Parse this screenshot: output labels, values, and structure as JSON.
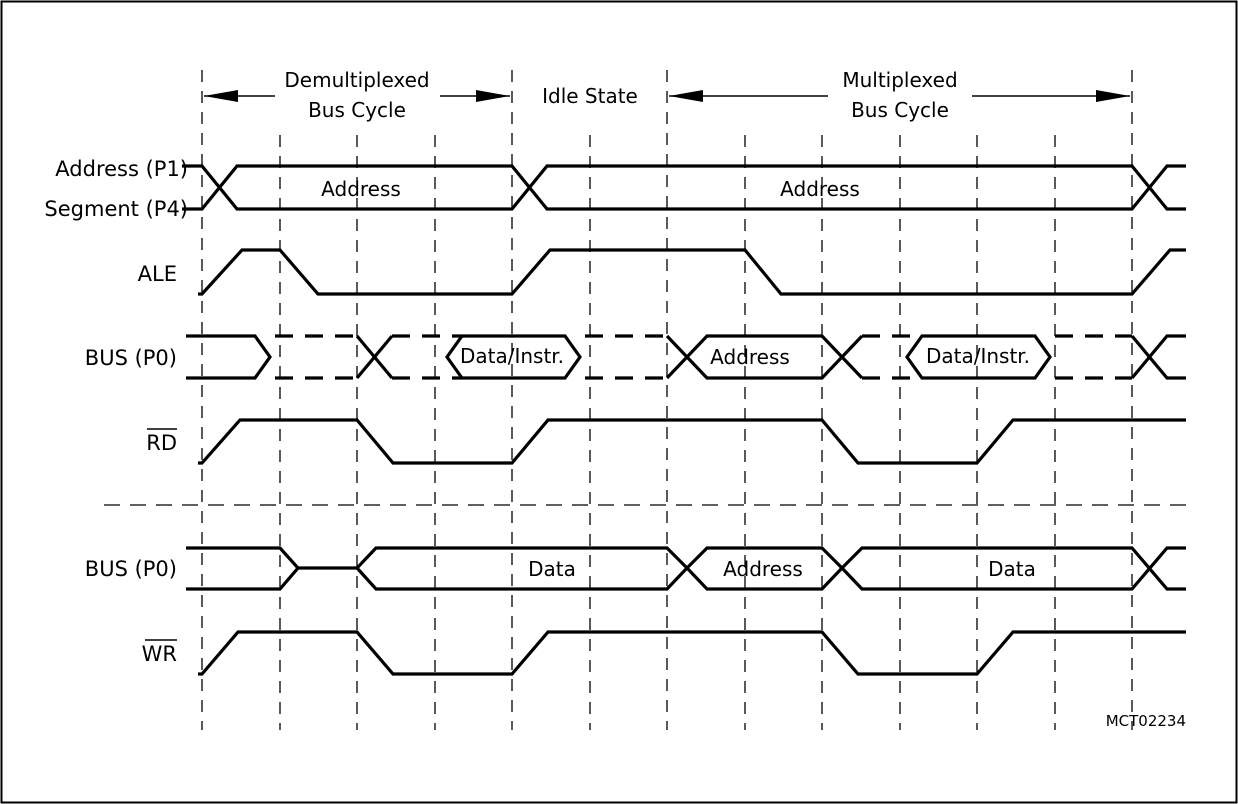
{
  "phases": {
    "demux_line1": "Demultiplexed",
    "demux_line2": "Bus  Cycle",
    "idle": "Idle  State",
    "mux_line1": "Multiplexed",
    "mux_line2": "Bus  Cycle"
  },
  "signals": {
    "address_p1": "Address (P1)",
    "segment_p4": "Segment (P4)",
    "ale": "ALE",
    "bus_p0_read": "BUS (P0)",
    "rd": "RD",
    "bus_p0_write": "BUS (P0)",
    "wr": "WR"
  },
  "waveform_labels": {
    "address_demux": "Address",
    "address_mux": "Address",
    "read_data_instr_1": "Data/Instr.",
    "read_address": "Address",
    "read_data_instr_2": "Data/Instr.",
    "write_data_1": "Data",
    "write_address": "Address",
    "write_data_2": "Data"
  },
  "figure_id": "MCT02234"
}
